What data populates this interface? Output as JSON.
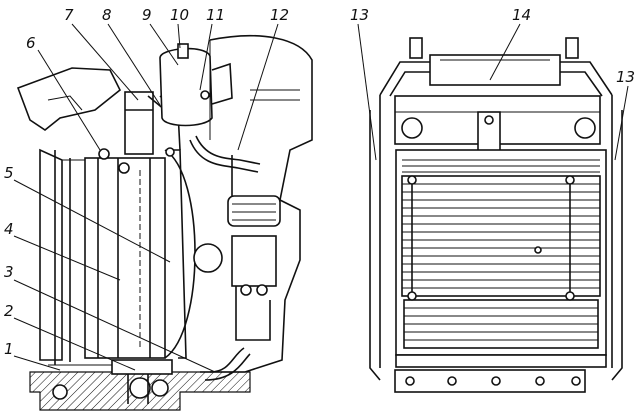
{
  "diagram": {
    "labels": {
      "l1": "1",
      "l2": "2",
      "l3": "3",
      "l4": "4",
      "l5": "5",
      "l6": "6",
      "l7": "7",
      "l8": "8",
      "l9": "9",
      "l10": "10",
      "l11": "11",
      "l12": "12",
      "l13a": "13",
      "l13b": "13",
      "l14": "14"
    }
  }
}
